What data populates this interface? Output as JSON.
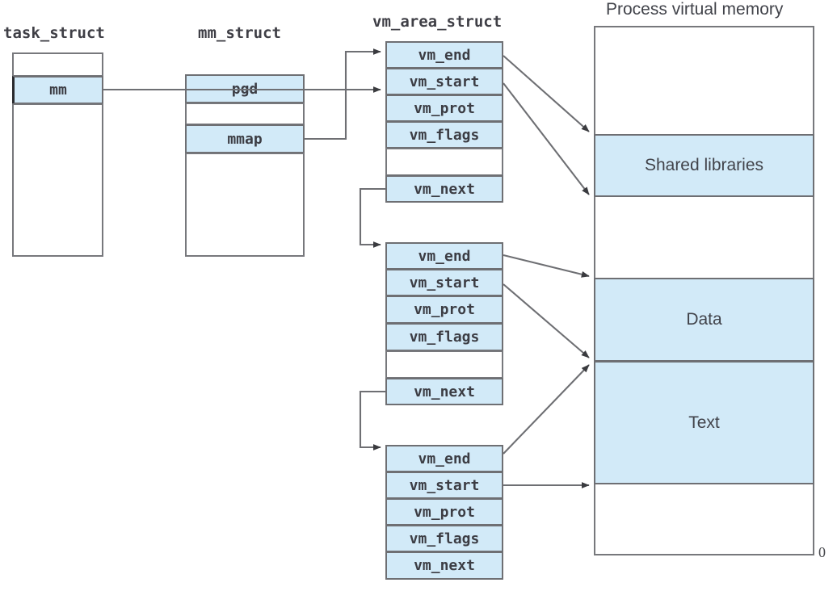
{
  "diagram": {
    "title_right": "Process virtual memory",
    "colors": {
      "fill_blue": "#d2eaf8",
      "stroke_gray": "#6e6f73",
      "frame_gray": "#77787c",
      "text_gray": "#3c3d44",
      "background": "#ffffff"
    },
    "structs": [
      {
        "name": "task-struct",
        "label": "task_struct",
        "fields": [
          {
            "label": "",
            "filled": false
          },
          {
            "label": "mm",
            "filled": true
          },
          {
            "label": "",
            "filled": false
          }
        ]
      },
      {
        "name": "mm-struct",
        "label": "mm_struct",
        "fields": [
          {
            "label": "pgd",
            "filled": true
          },
          {
            "label": "",
            "filled": false
          },
          {
            "label": "mmap",
            "filled": true
          },
          {
            "label": "",
            "filled": false
          }
        ]
      }
    ],
    "vm_area_header": "vm_area_struct",
    "vm_areas": [
      {
        "name": "vm-area-struct-1",
        "fields": [
          {
            "label": "vm_end",
            "filled": true
          },
          {
            "label": "vm_start",
            "filled": true
          },
          {
            "label": "vm_prot",
            "filled": true
          },
          {
            "label": "vm_flags",
            "filled": true
          },
          {
            "label": "",
            "filled": false
          },
          {
            "label": "vm_next",
            "filled": true
          }
        ]
      },
      {
        "name": "vm-area-struct-2",
        "fields": [
          {
            "label": "vm_end",
            "filled": true
          },
          {
            "label": "vm_start",
            "filled": true
          },
          {
            "label": "vm_prot",
            "filled": true
          },
          {
            "label": "vm_flags",
            "filled": true
          },
          {
            "label": "",
            "filled": false
          },
          {
            "label": "vm_next",
            "filled": true
          }
        ]
      },
      {
        "name": "vm-area-struct-3",
        "fields": [
          {
            "label": "vm_end",
            "filled": true
          },
          {
            "label": "vm_start",
            "filled": true
          },
          {
            "label": "vm_prot",
            "filled": true
          },
          {
            "label": "vm_flags",
            "filled": true
          },
          {
            "label": "vm_next",
            "filled": true
          }
        ]
      }
    ],
    "memory_regions": [
      {
        "name": "memory-region-shared-libraries",
        "label": "Shared libraries"
      },
      {
        "name": "memory-region-data",
        "label": "Data"
      },
      {
        "name": "memory-region-text",
        "label": "Text"
      }
    ],
    "memory_bottom_label": "0"
  }
}
